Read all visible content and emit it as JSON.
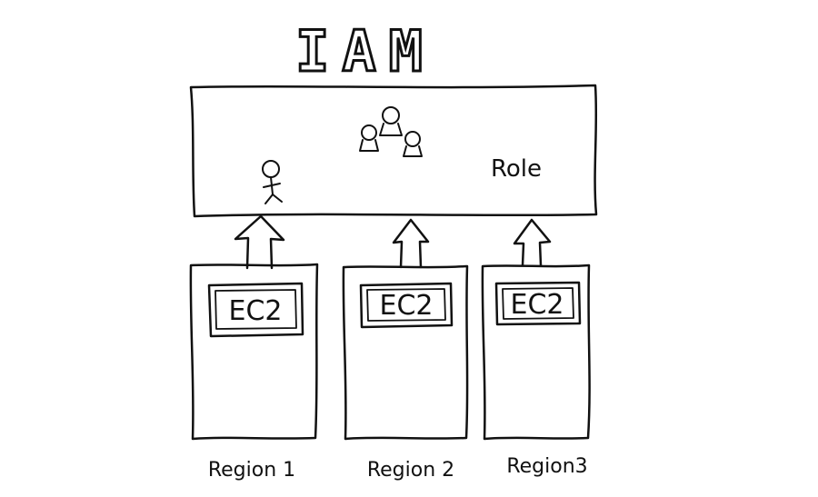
{
  "diagram": {
    "title": "IAM",
    "role_label": "Role",
    "regions": [
      {
        "region_label": "Region 1",
        "service_label": "EC2"
      },
      {
        "region_label": "Region 2",
        "service_label": "EC2"
      },
      {
        "region_label": "Region3",
        "service_label": "EC2"
      }
    ]
  }
}
